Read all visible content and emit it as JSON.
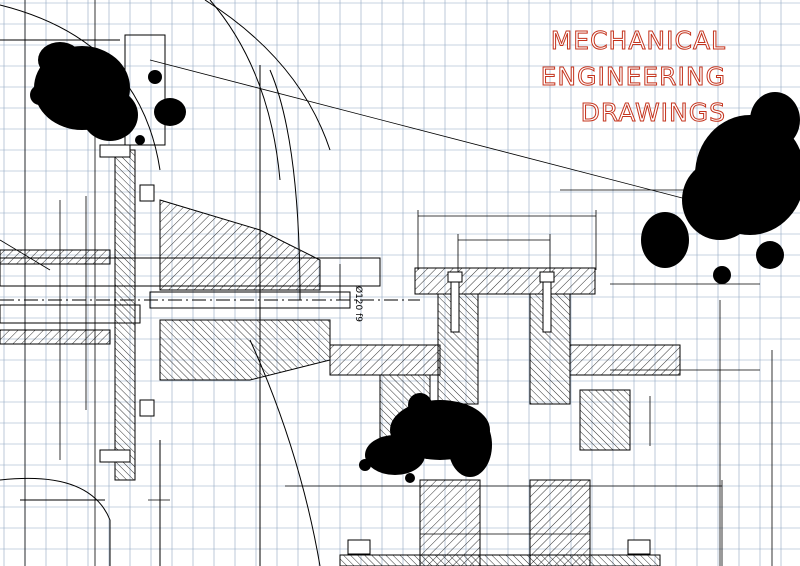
{
  "title": {
    "line1": "MECHANICAL",
    "line2": "ENGINEERING",
    "line3": "DRAWINGS"
  },
  "dimension_label": "Ø120 f9",
  "colors": {
    "background": "#ffffff",
    "grid": "#8fa7c2",
    "ink": "#000000",
    "title_outline": "#c4341e"
  }
}
